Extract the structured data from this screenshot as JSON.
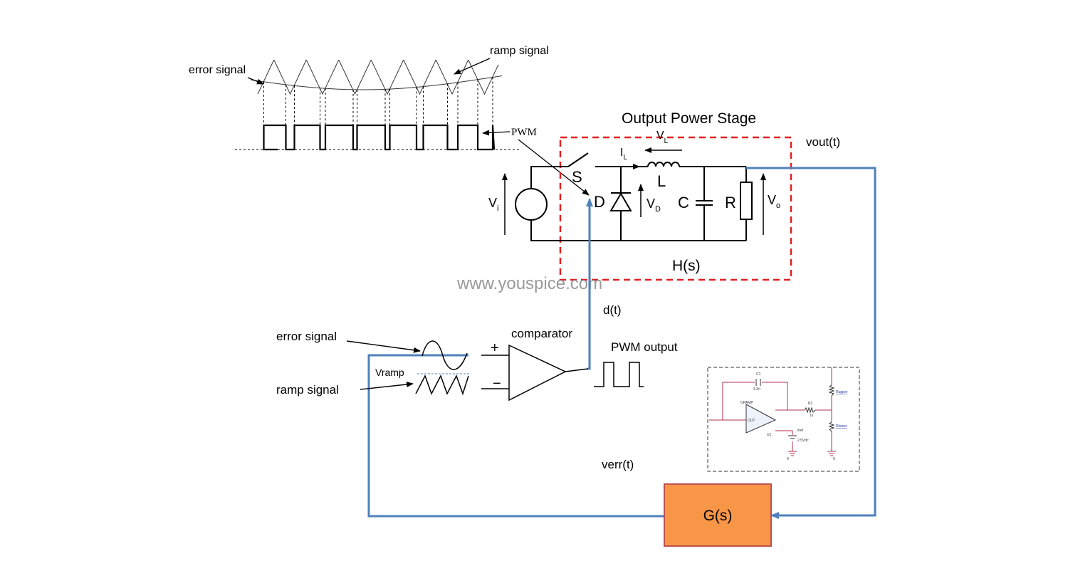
{
  "waveform_panel": {
    "error_signal_label": "error signal",
    "ramp_signal_label": "ramp signal",
    "pwm_label": "PWM"
  },
  "power_stage": {
    "title": "Output Power Stage",
    "vout_label": "vout(t)",
    "transfer_label": "H(s)",
    "switch_label": "S",
    "diode_label": "D",
    "inductor_label": "L",
    "capacitor_label": "C",
    "resistor_label": "R",
    "vi_main": "V",
    "vi_sub": "i",
    "vd_main": "V",
    "vd_sub": "D",
    "vo_main": "V",
    "vo_sub": "o",
    "vl_main": "V",
    "vl_sub": "L",
    "il_main": "I",
    "il_sub": "L"
  },
  "watermark": "www.youspice.com",
  "duty_label": "d(t)",
  "comparator_section": {
    "error_signal_label": "error signal",
    "ramp_signal_label": "ramp signal",
    "vramp_label": "Vramp",
    "comparator_label": "comparator",
    "plus_label": "+",
    "minus_label": "−",
    "pwm_output_label": "PWM output"
  },
  "feedback": {
    "verr_label": "verr(t)",
    "controller_label": "G(s)",
    "controller_color": "#f79646",
    "feedback_line_color": "#4f81bd"
  },
  "compensator_inset": {
    "c1_label": "C1",
    "c1_value": "3.2n",
    "opamp_label": "OPAMP",
    "opamp_out": "OUT",
    "u1_label": "U1",
    "r1_label": "R1",
    "r1_value": "1k",
    "rupper_label": "Rupper",
    "rlower_label": "Rlower",
    "vref_label": "Vref",
    "vref_value": "2.5Vdc",
    "gnd1": "0",
    "gnd2": "0"
  },
  "box_color": "#e02020"
}
